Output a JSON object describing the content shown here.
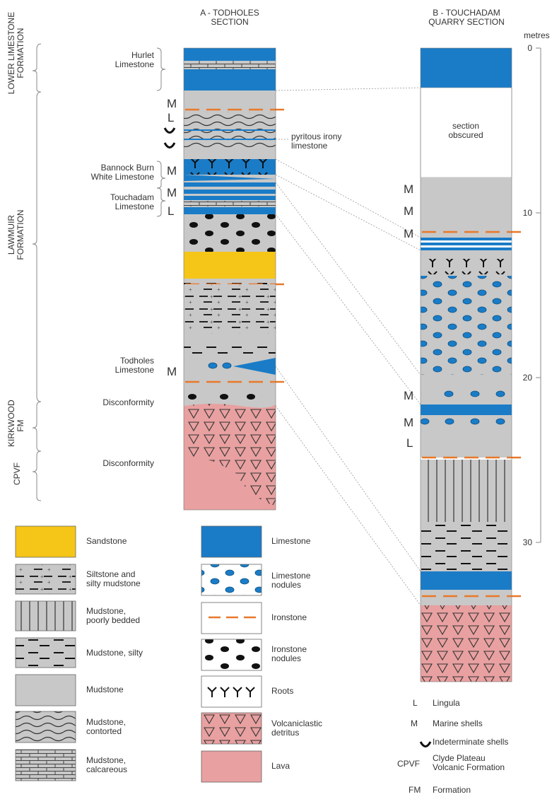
{
  "columns": {
    "a_title": [
      "A - TODHOLES",
      "SECTION"
    ],
    "b_title": [
      "B - TOUCHADAM",
      "QUARRY SECTION"
    ]
  },
  "formations": [
    {
      "label_lines": [
        "LOWER LIMESTONE",
        "FORMATION"
      ]
    },
    {
      "label_lines": [
        "LAWMUIR",
        "FORMATION"
      ]
    },
    {
      "label_lines": [
        "KIRKWOOD",
        "FM"
      ]
    },
    {
      "label_lines": [
        "CPVF"
      ]
    }
  ],
  "section_a_labels": [
    {
      "lines": [
        "Hurlet",
        "Limestone"
      ]
    },
    {
      "lines": [
        "Bannock Burn",
        "White Limestone"
      ]
    },
    {
      "lines": [
        "Touchadam",
        "Limestone"
      ]
    },
    {
      "lines": [
        "Todholes",
        "Limestone"
      ]
    },
    {
      "lines": [
        "Disconformity"
      ]
    },
    {
      "lines": [
        "Disconformity"
      ]
    }
  ],
  "pyritous_label": [
    "pyritous irony",
    "limestone"
  ],
  "section_obscured": [
    "section",
    "obscured"
  ],
  "fossil_markers_a": [
    "M",
    "L",
    "M",
    "M",
    "L",
    "M"
  ],
  "fossil_markers_b": [
    "M",
    "M",
    "M",
    "M",
    "M",
    "L"
  ],
  "depth_scale": {
    "unit": "metres",
    "ticks": [
      0,
      10,
      20,
      30
    ]
  },
  "legend_lithology": [
    {
      "key": "sandstone",
      "label": [
        "Sandstone"
      ],
      "color": "#f5c518"
    },
    {
      "key": "siltstone",
      "label": [
        "Siltstone and",
        "silty mudstone"
      ],
      "color": "#c8c8c8"
    },
    {
      "key": "poorly-bedded",
      "label": [
        "Mudstone,",
        "poorly bedded"
      ],
      "color": "#c8c8c8"
    },
    {
      "key": "silty",
      "label": [
        "Mudstone, silty"
      ],
      "color": "#c8c8c8"
    },
    {
      "key": "mudstone",
      "label": [
        "Mudstone"
      ],
      "color": "#c8c8c8"
    },
    {
      "key": "contorted",
      "label": [
        "Mudstone,",
        "contorted"
      ],
      "color": "#c8c8c8"
    },
    {
      "key": "calcareous",
      "label": [
        "Mudstone,",
        "calcareous"
      ],
      "color": "#c8c8c8"
    },
    {
      "key": "limestone",
      "label": [
        "Limestone"
      ],
      "color": "#1a7cc7"
    },
    {
      "key": "lst-nodules",
      "label": [
        "Limestone",
        "nodules"
      ],
      "color": "#1a7cc7"
    },
    {
      "key": "ironstone",
      "label": [
        "Ironstone"
      ],
      "color": "#e8792a"
    },
    {
      "key": "iron-nodules",
      "label": [
        "Ironstone",
        "nodules"
      ],
      "color": "#111111"
    },
    {
      "key": "roots",
      "label": [
        "Roots"
      ],
      "color": "#111111"
    },
    {
      "key": "volcaniclastic",
      "label": [
        "Volcaniclastic",
        "detritus"
      ],
      "color": "#e8a0a0"
    },
    {
      "key": "lava",
      "label": [
        "Lava"
      ],
      "color": "#e8a0a0"
    }
  ],
  "legend_symbols": [
    {
      "symbol": "L",
      "label": [
        "Lingula"
      ]
    },
    {
      "symbol": "M",
      "label": [
        "Marine shells"
      ]
    },
    {
      "symbol": "shell-icon",
      "label": [
        "Indeterminate shells"
      ]
    },
    {
      "symbol": "CPVF",
      "label": [
        "Clyde Plateau",
        "Volcanic Formation"
      ]
    },
    {
      "symbol": "FM",
      "label": [
        "Formation"
      ]
    }
  ]
}
